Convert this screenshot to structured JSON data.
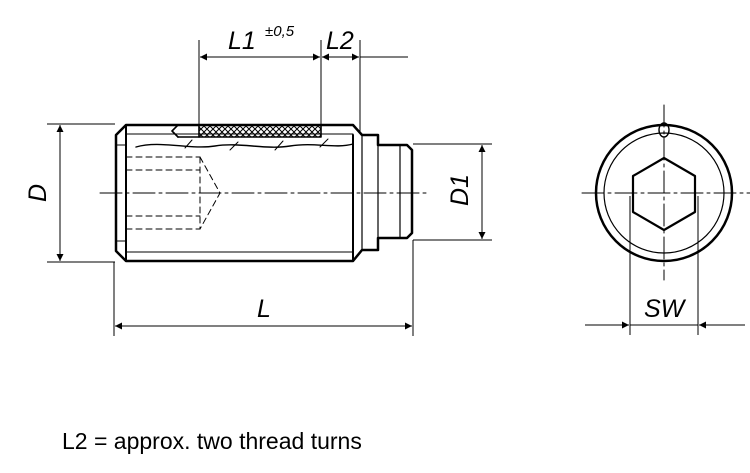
{
  "labels": {
    "L1": "L1",
    "L1_tolerance": "±0,5",
    "L2": "L2",
    "D": "D",
    "D1": "D1",
    "L": "L",
    "SW": "SW"
  },
  "note": "L2 = approx. two thread turns"
}
